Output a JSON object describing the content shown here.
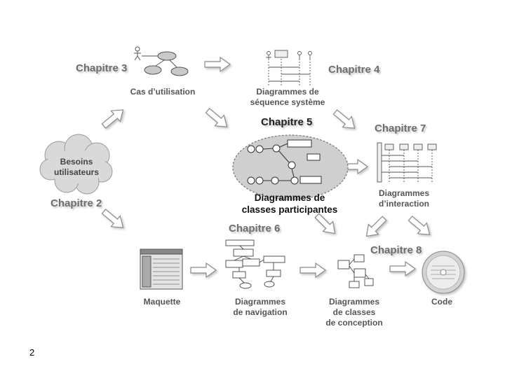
{
  "chapters": {
    "ch2": "Chapitre 2",
    "ch3": "Chapitre 3",
    "ch4": "Chapitre 4",
    "ch5": "Chapitre 5",
    "ch6": "Chapitre 6",
    "ch7": "Chapitre 7",
    "ch8": "Chapitre 8"
  },
  "nodes": {
    "besoins": [
      "Besoins",
      "utilisateurs"
    ],
    "cas_utilisation": [
      "Cas d’utilisation"
    ],
    "sequence_systeme": [
      "Diagrammes de",
      "séquence système"
    ],
    "classes_participantes": [
      "Diagrammes de",
      "classes participantes"
    ],
    "interaction": [
      "Diagrammes",
      "d’interaction"
    ],
    "maquette": [
      "Maquette"
    ],
    "navigation": [
      "Diagrammes",
      "de navigation"
    ],
    "classes_conception": [
      "Diagrammes",
      "de classes",
      "de conception"
    ],
    "code": [
      "Code"
    ]
  },
  "page_number": "2",
  "colors": {
    "caption_gray": "#555555",
    "chapter_gray": "#6e6e6e",
    "cloud_fill": "#d9d9d9",
    "arrow_fill": "#ffffff",
    "arrow_stroke": "#8a8a8a"
  }
}
